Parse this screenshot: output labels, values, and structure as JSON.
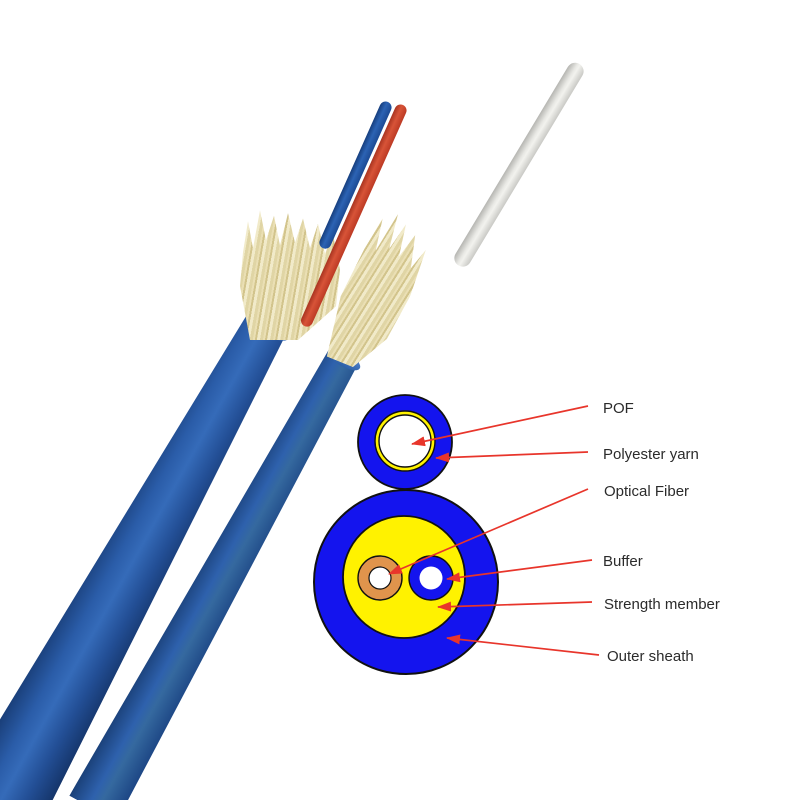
{
  "diagram": {
    "labels": [
      {
        "id": "pof",
        "text": "POF"
      },
      {
        "id": "polyester-yarn",
        "text": "Polyester yarn"
      },
      {
        "id": "optical-fiber",
        "text": "Optical Fiber"
      },
      {
        "id": "buffer",
        "text": "Buffer"
      },
      {
        "id": "strength-member",
        "text": "Strength member"
      },
      {
        "id": "outer-sheath",
        "text": "Outer sheath"
      }
    ],
    "colors": {
      "sheath_blue": "#1414ee",
      "strength_yellow": "#fff200",
      "fiber_orange": "#e0944c",
      "core_white": "#ffffff",
      "outline_black": "#111111",
      "leader_red": "#e8352b",
      "label_text": "#2b2b2b"
    }
  },
  "photo": {
    "colors": {
      "jacket_blue": "#2a5ca8",
      "aramid_yarn_cream": "#eadfb4",
      "buffer_tube_blue": "#2c63b4",
      "buffer_tube_red": "#d85438",
      "fiber_tube_white": "#e8e8e4"
    }
  }
}
